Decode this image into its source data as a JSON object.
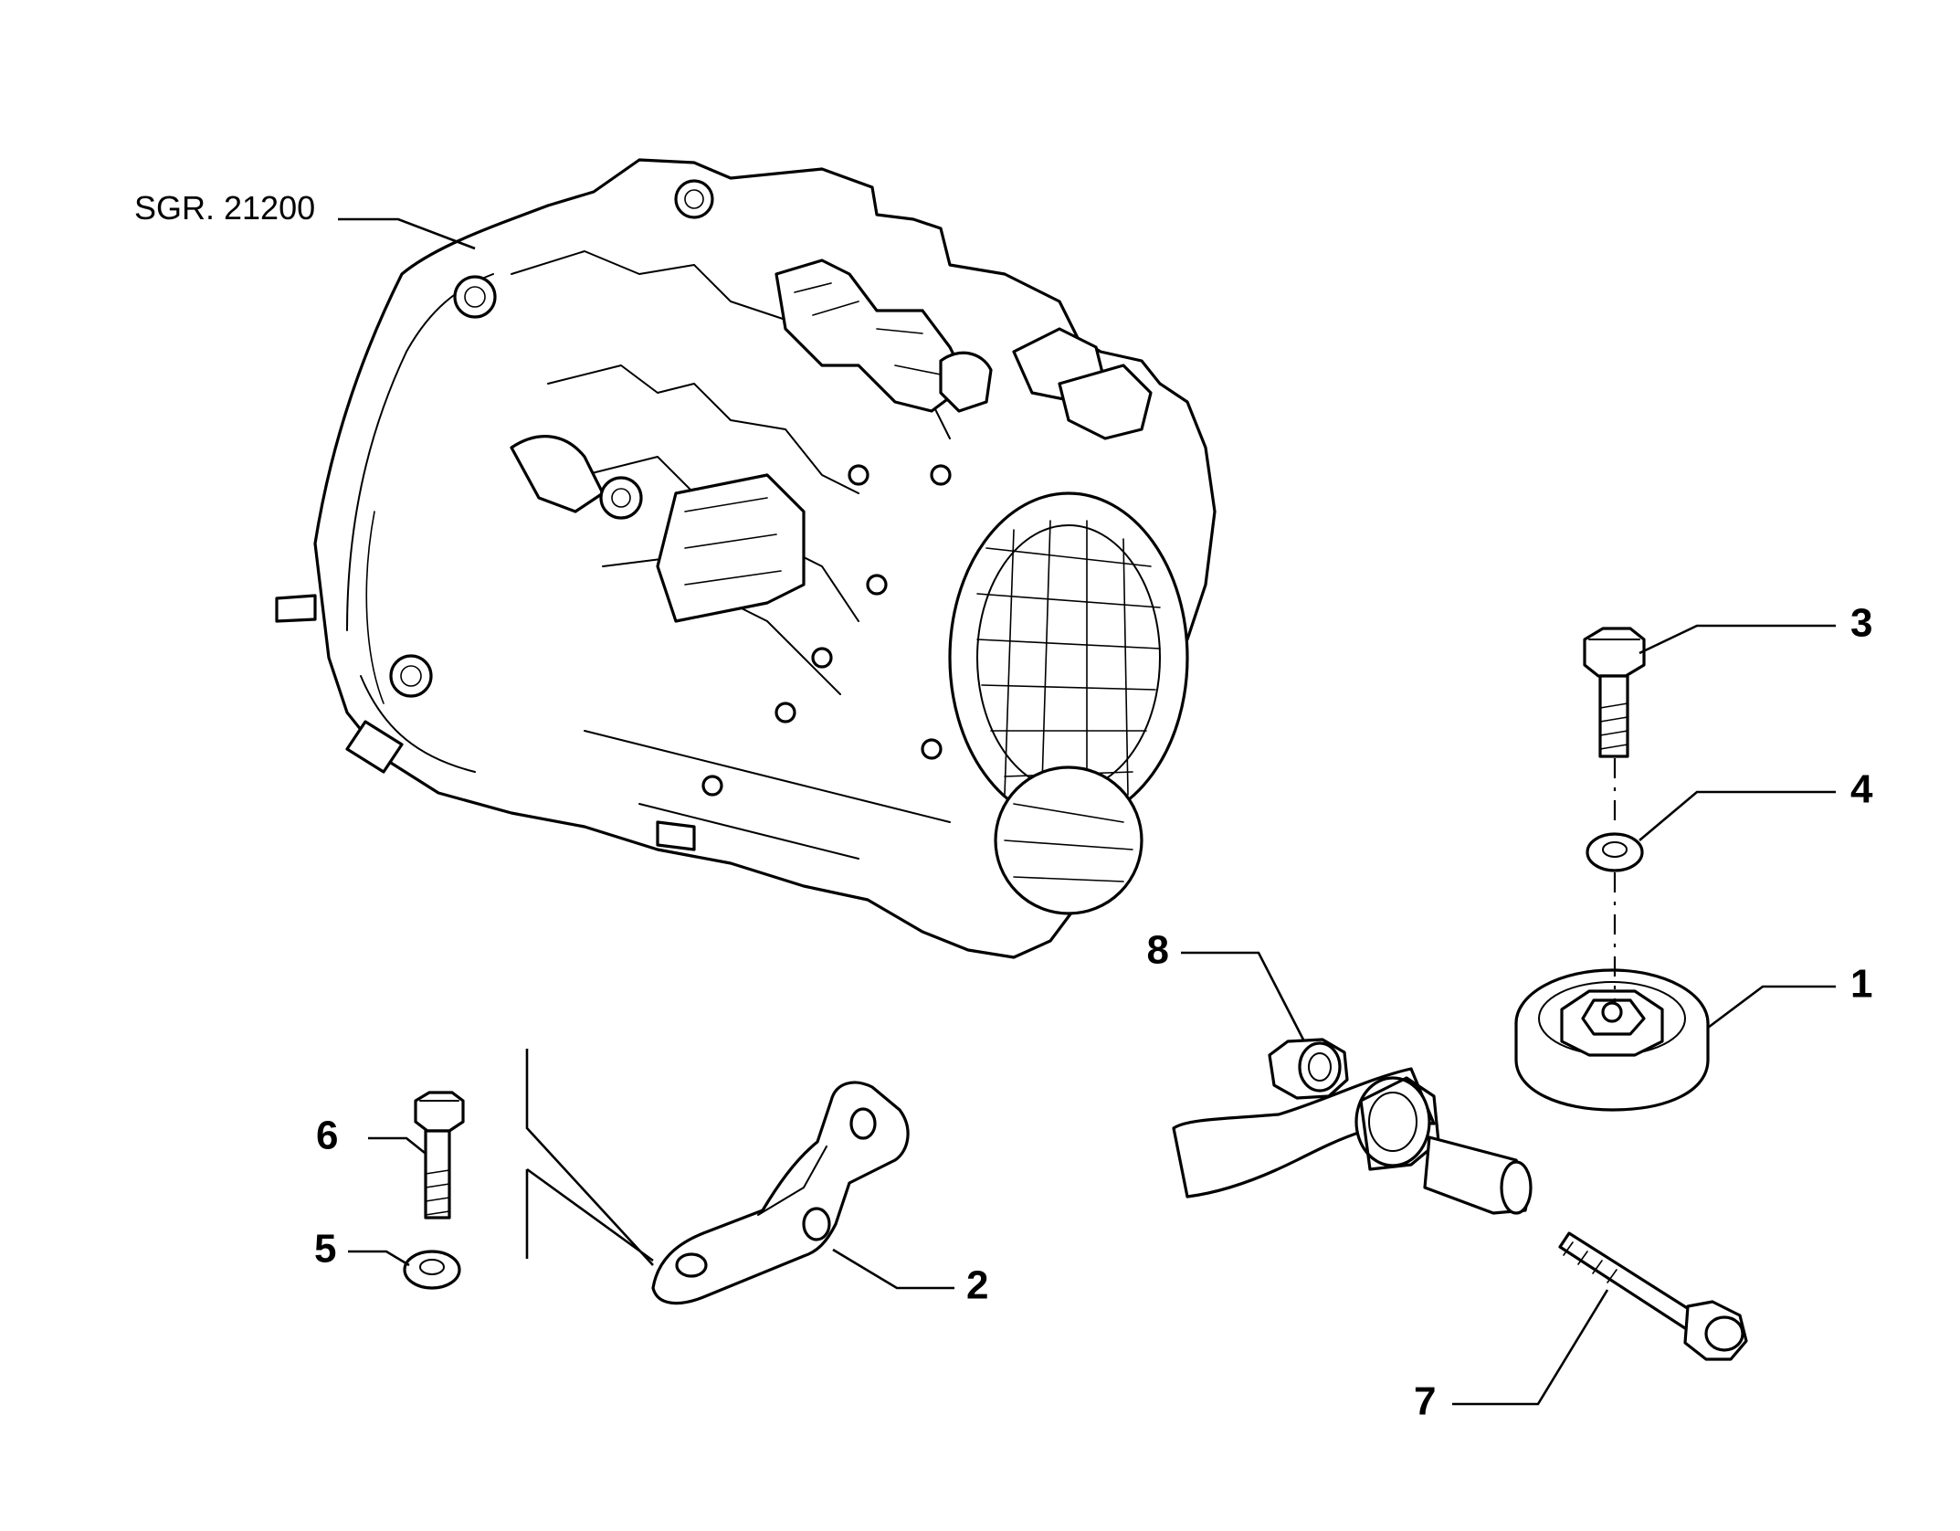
{
  "reference": {
    "label": "SGR. 21200"
  },
  "callouts": [
    {
      "id": "1",
      "label": "1",
      "part": "transmission-mount"
    },
    {
      "id": "2",
      "label": "2",
      "part": "mounting-bracket"
    },
    {
      "id": "3",
      "label": "3",
      "part": "mount-bolt"
    },
    {
      "id": "4",
      "label": "4",
      "part": "mount-washer"
    },
    {
      "id": "5",
      "label": "5",
      "part": "bracket-washer"
    },
    {
      "id": "6",
      "label": "6",
      "part": "bracket-bolt"
    },
    {
      "id": "7",
      "label": "7",
      "part": "through-bolt"
    },
    {
      "id": "8",
      "label": "8",
      "part": "flange-nut"
    }
  ]
}
